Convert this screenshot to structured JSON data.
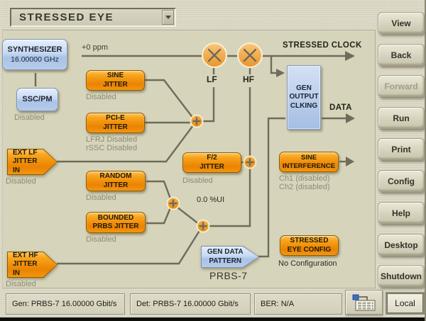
{
  "header": {
    "title": "STRESSED EYE"
  },
  "sidebar": {
    "buttons": [
      {
        "label": "View",
        "enabled": true
      },
      {
        "label": "Back",
        "enabled": true
      },
      {
        "label": "Forward",
        "enabled": false
      },
      {
        "label": "Run",
        "enabled": true
      },
      {
        "label": "Print",
        "enabled": true
      },
      {
        "label": "Config",
        "enabled": true
      },
      {
        "label": "Help",
        "enabled": true
      },
      {
        "label": "Desktop",
        "enabled": true
      },
      {
        "label": "Shutdown",
        "enabled": true
      }
    ]
  },
  "status_bar": {
    "gen": "Gen: PRBS-7 16.00000 Gbit/s",
    "det": "Det: PRBS-7 16.00000 Gbit/s",
    "ber": "BER: N/A",
    "local_label": "Local"
  },
  "diagram": {
    "synthesizer": {
      "label": "SYNTHESIZER",
      "value": "16.00000 GHz"
    },
    "ssc_pm": {
      "label": "SSC/PM",
      "status": "Disabled"
    },
    "ppm_label": "+0 ppm",
    "stressed_clock_label": "STRESSED CLOCK",
    "lf_label": "LF",
    "hf_label": "HF",
    "data_label": "DATA",
    "sine_jitter": {
      "label": "SINE JITTER",
      "status": "Disabled"
    },
    "pcie_jitter": {
      "label": "PCI-E JITTER",
      "status_line1": "LFRJ Disabled",
      "status_line2": "rSSC Disabled"
    },
    "ext_lf_jitter": {
      "label": "EXT LF JITTER IN",
      "status": "Disabled"
    },
    "random_jitter": {
      "label": "RANDOM JITTER",
      "status": "Disabled"
    },
    "bounded_prbs_jitter": {
      "label": "BOUNDED PRBS JITTER",
      "status": "Disabled"
    },
    "ext_hf_jitter": {
      "label": "EXT HF JITTER IN",
      "status": "Disabled"
    },
    "f2_jitter": {
      "label": "F/2 JITTER",
      "status": "Disabled"
    },
    "jitter_amount_label": "0.0 %UI",
    "gen_output_clking": {
      "label": "GEN OUTPUT CLKING"
    },
    "sine_interference": {
      "label": "SINE INTERFERENCE",
      "ch1_status": "Ch1 (disabled)",
      "ch2_status": "Ch2 (disabled)"
    },
    "gen_data_pattern": {
      "label": "GEN DATA PATTERN",
      "pattern": "PRBS-7"
    },
    "stressed_eye_config": {
      "label": "STRESSED EYE CONFIG",
      "status": "No Configuration"
    }
  },
  "colors": {
    "panel_bg": "#d6d4ba",
    "chrome_bg": "#dcd9c6",
    "accent_orange": "#f0930e",
    "accent_blue": "#b9cfec",
    "connector": "#6e6c5a",
    "disabled_text": "#8e8c77"
  }
}
